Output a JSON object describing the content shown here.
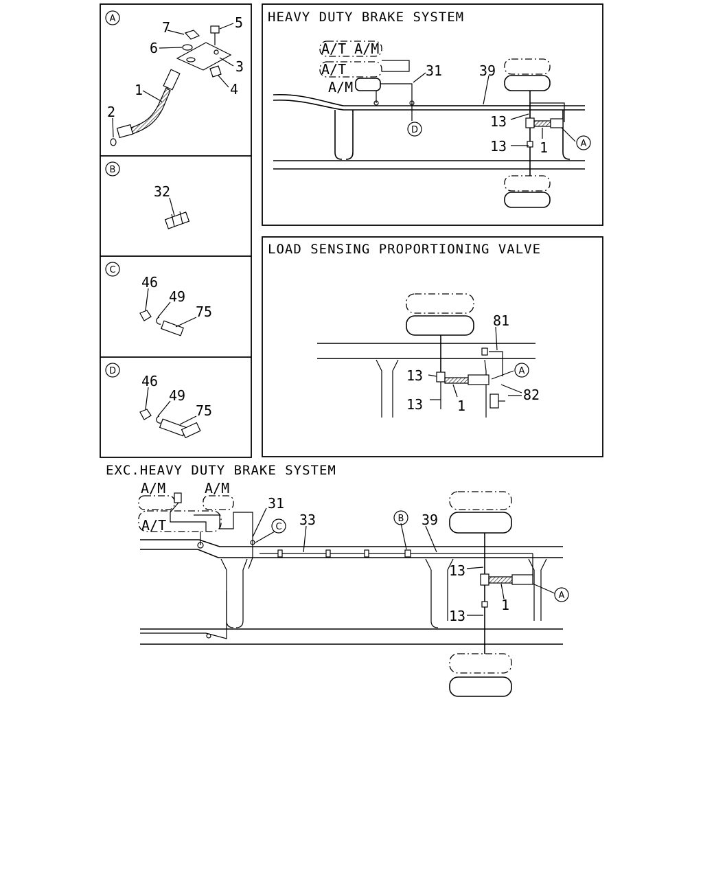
{
  "panels": {
    "detail_a": {
      "key": "A",
      "parts": [
        "1",
        "2",
        "3",
        "4",
        "5",
        "6",
        "7"
      ]
    },
    "detail_b": {
      "key": "B",
      "parts": [
        "32"
      ]
    },
    "detail_c": {
      "key": "C",
      "parts": [
        "46",
        "49",
        "75"
      ]
    },
    "detail_d": {
      "key": "D",
      "parts": [
        "46",
        "49",
        "75"
      ]
    }
  },
  "heavy_duty": {
    "title": "HEAVY DUTY BRAKE SYSTEM",
    "labels": {
      "at_am": "A/T A/M",
      "at": "A/T",
      "am": "A/M",
      "p31": "31",
      "p39": "39",
      "p13a": "13",
      "p13b": "13",
      "p1": "1",
      "ref_a": "A",
      "ref_d": "D"
    }
  },
  "lspv": {
    "title": "LOAD SENSING PROPORTIONING VALVE",
    "labels": {
      "p81": "81",
      "p13a": "13",
      "p13b": "13",
      "p1": "1",
      "p82": "82",
      "ref_a": "A"
    }
  },
  "exc": {
    "title": "EXC.HEAVY DUTY BRAKE SYSTEM",
    "labels": {
      "am1": "A/M",
      "am2": "A/M",
      "at": "A/T",
      "p31": "31",
      "p33": "33",
      "p39": "39",
      "p13a": "13",
      "p13b": "13",
      "p1": "1",
      "ref_a": "A",
      "ref_b": "B",
      "ref_c": "C"
    }
  }
}
